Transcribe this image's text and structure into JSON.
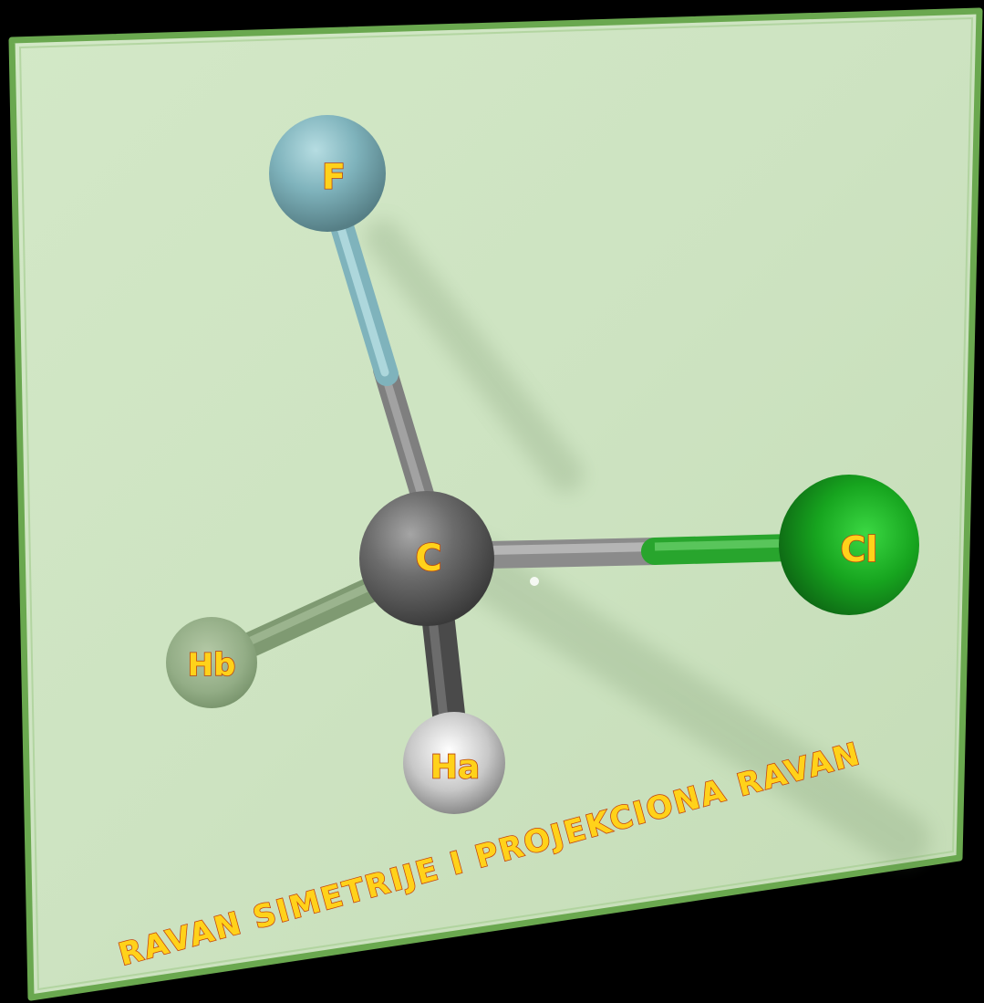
{
  "caption": "RAVAN  SIMETRIJE I PROJEKCIONA RAVAN",
  "atoms": {
    "F": "F",
    "C": "C",
    "Cl": "Cl",
    "Hb": "Hb",
    "Ha": "Ha"
  },
  "colors": {
    "plane_fill": "#cde3c1",
    "plane_border": "#6aa84f",
    "background": "#000000",
    "carbon": "#6d6d6d",
    "fluorine": "#7fb5bf",
    "chlorine": "#17a51f",
    "hydrogen_front": "#e4e4e4",
    "hydrogen_back": "#93ad86",
    "label_fill": "#ffd21a",
    "label_outline": "#b8430f"
  }
}
